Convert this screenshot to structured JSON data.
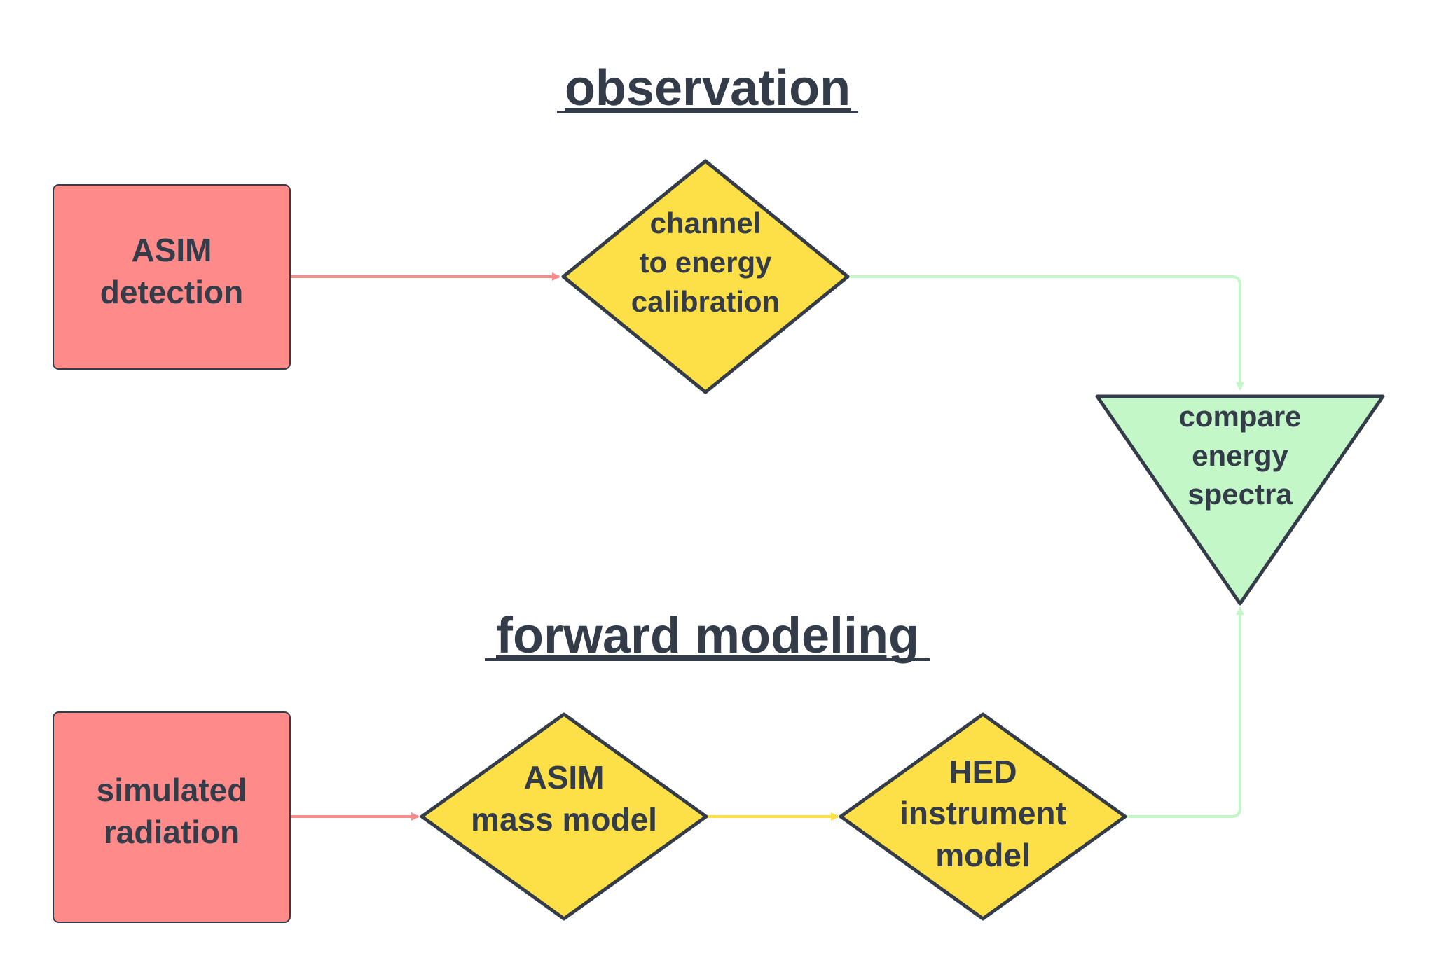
{
  "headings": {
    "observation": "observation",
    "forward_modeling": "forward modeling"
  },
  "nodes": {
    "asim_detection": {
      "lines": [
        "ASIM",
        "detection"
      ]
    },
    "channel_calibration": {
      "lines": [
        "channel",
        "to energy",
        "calibration"
      ]
    },
    "compare_spectra": {
      "lines": [
        "compare",
        "energy",
        "spectra"
      ]
    },
    "simulated_radiation": {
      "lines": [
        "simulated",
        "radiation"
      ]
    },
    "asim_mass_model": {
      "lines": [
        "ASIM",
        "mass model"
      ]
    },
    "hed_instrument_model": {
      "lines": [
        "HED",
        "instrument",
        "model"
      ]
    }
  },
  "colors": {
    "source_fill": "#fe8a8a",
    "process_fill": "#fde047",
    "compare_fill": "#c3f7c8",
    "outline": "#333c48",
    "red_connector": "#f98b8b",
    "yellow_connector": "#fde047",
    "green_connector": "#c3f7c8"
  }
}
